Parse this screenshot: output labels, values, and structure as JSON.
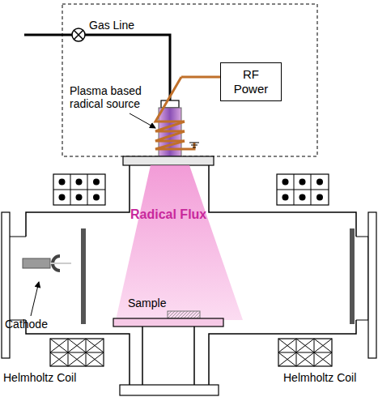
{
  "diagram": {
    "nodes": [
      {
        "text": [
          "RF Power"
        ]
      }
    ],
    "labels": [
      "Gas Line",
      "Plasma based radical source",
      "Radical Flux",
      "Sample",
      "Cathode",
      "Helmholtz Coil",
      "Helmholtz Coil"
    ]
  }
}
